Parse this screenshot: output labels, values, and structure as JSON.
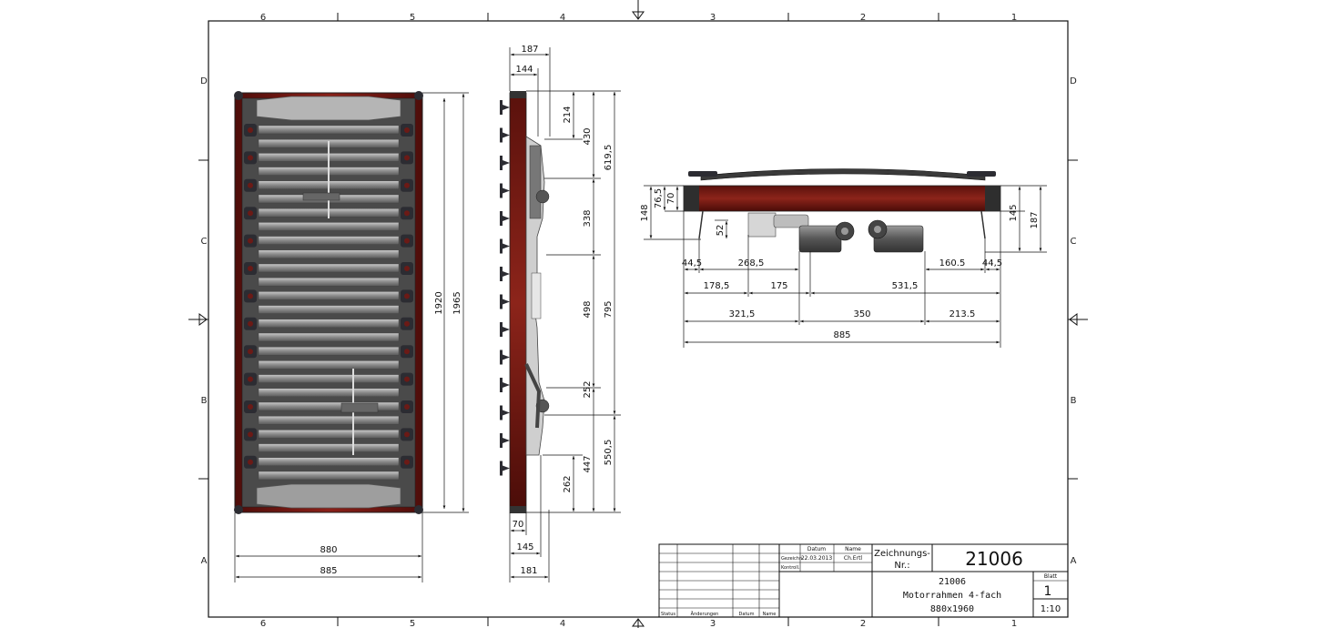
{
  "sheet": {
    "zones_top": [
      "6",
      "5",
      "4",
      "3",
      "2",
      "1"
    ],
    "zones_bottom": [
      "6",
      "5",
      "4",
      "3",
      "2",
      "1"
    ],
    "zones_left": [
      "D",
      "C",
      "B",
      "A"
    ],
    "zones_right": [
      "D",
      "C",
      "B",
      "A"
    ]
  },
  "top_view": {
    "dims": {
      "width_inner": "880",
      "width_outer": "885",
      "length_inner": "1920",
      "length_outer": "1965"
    }
  },
  "side_view": {
    "dims": {
      "top_187": "187",
      "top_144": "144",
      "d_214": "214",
      "d_430": "430",
      "d_619_5": "619,5",
      "d_338": "338",
      "d_498": "498",
      "d_795": "795",
      "d_252": "252",
      "d_447": "447",
      "d_550_5": "550,5",
      "d_262": "262",
      "bot_70": "70",
      "bot_145": "145",
      "bot_181": "181"
    }
  },
  "end_view": {
    "dims": {
      "l_76_5": "76,5",
      "l_70": "70",
      "l_148": "148",
      "l_52": "52",
      "r_145": "145",
      "r_187": "187",
      "a_44_5_left": "44,5",
      "a_268_5": "268,5",
      "a_160_5": "160.5",
      "a_44_5_right": "44,5",
      "b_178_5": "178,5",
      "b_175": "175",
      "b_531_5": "531,5",
      "c_321_5": "321,5",
      "c_350": "350",
      "c_213_5": "213.5",
      "d_885": "885"
    }
  },
  "title_block": {
    "col_datum": "Datum",
    "col_name": "Name",
    "row_gezeichn": "Gezeichn.",
    "row_kontroll": "Kontroll.",
    "date": "22.03.2013",
    "author": "Ch.Ertl",
    "status": "Status",
    "aenderungen": "Änderungen",
    "datum_footer": "Datum",
    "name_footer": "Name",
    "zeichnungs_label_1": "Zeichnungs-",
    "zeichnungs_label_2": "Nr.:",
    "drawing_number": "21006",
    "desc_line1": "21006",
    "desc_line2": "Motorrahmen 4-fach",
    "desc_line3": "880x1960",
    "blatt_label": "Blatt",
    "blatt_value": "1",
    "scale": "1:10"
  },
  "colors": {
    "frame_wood": "#7a1a14",
    "slat": "#8e8e8e",
    "cap": "#2c2c32",
    "motor": "#555555",
    "line": "#111111"
  }
}
